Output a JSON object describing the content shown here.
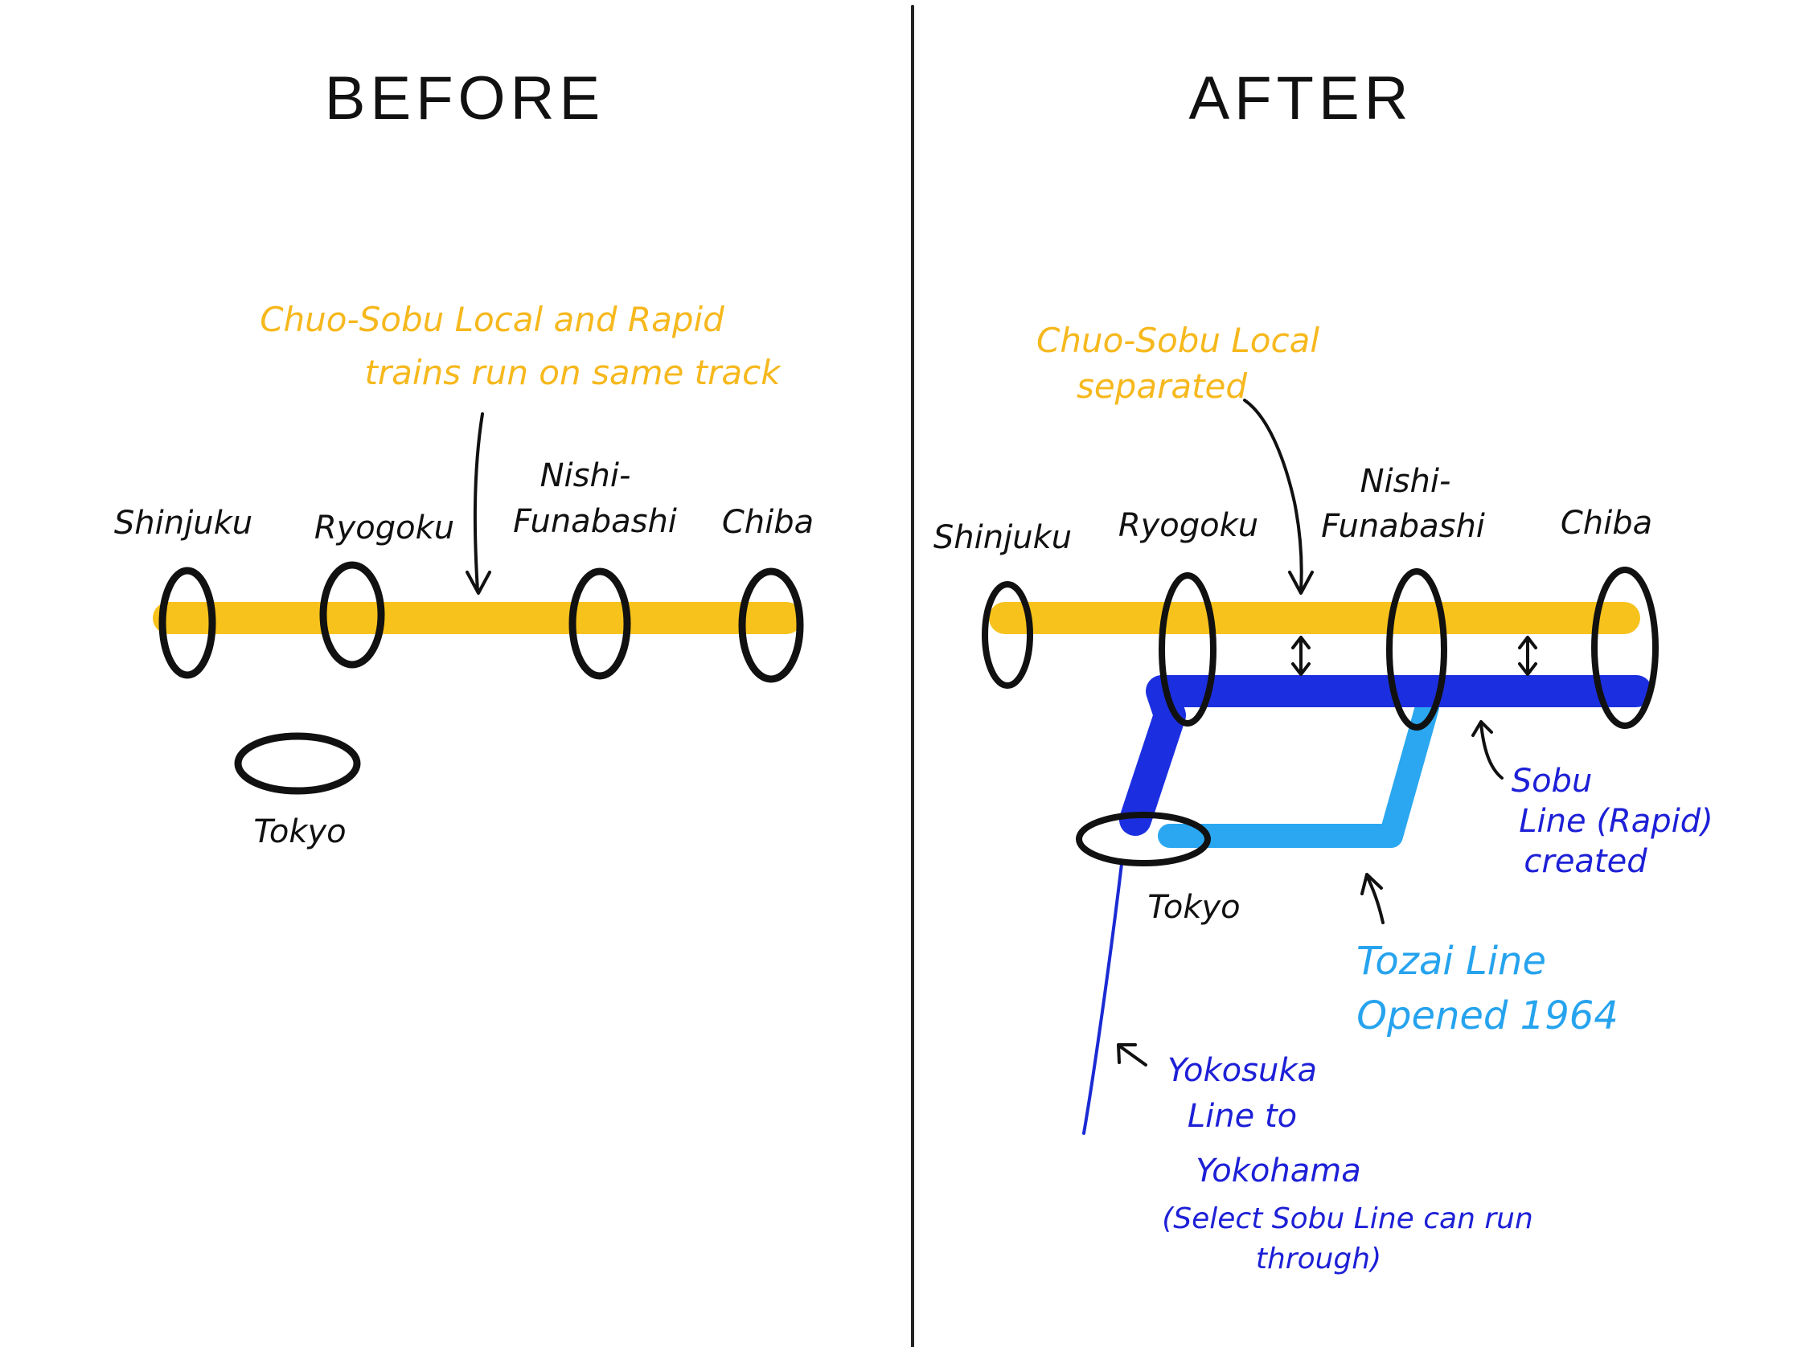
{
  "titles": {
    "before": "BEFORE",
    "after": "AFTER"
  },
  "colors": {
    "chuo_sobu": "#f7c21c",
    "sobu_rapid": "#1b2fe0",
    "tozai": "#2aa7f0",
    "yokosuka": "#1a2bd4",
    "station": "#111111",
    "divider": "#222222"
  },
  "before": {
    "stations": {
      "shinjuku": "Shinjuku",
      "ryogoku": "Ryogoku",
      "nishi_1": "Nishi-",
      "nishi_2": "Funabashi",
      "chiba": "Chiba",
      "tokyo": "Tokyo"
    },
    "note_line1": "Chuo-Sobu Local and Rapid",
    "note_line2": "trains run on same track"
  },
  "after": {
    "stations": {
      "shinjuku": "Shinjuku",
      "ryogoku": "Ryogoku",
      "nishi_1": "Nishi-",
      "nishi_2": "Funabashi",
      "chiba": "Chiba",
      "tokyo": "Tokyo"
    },
    "chuo_note_1": "Chuo-Sobu Local",
    "chuo_note_2": "separated",
    "sobu_note_1": "Sobu",
    "sobu_note_2": "Line (Rapid)",
    "sobu_note_3": "created",
    "tozai_note_1": "Tozai Line",
    "tozai_note_2": "Opened 1964",
    "yoko_note_1": "Yokosuka",
    "yoko_note_2": "Line to",
    "yoko_note_3": "Yokohama",
    "yoko_note_4": "(Select Sobu Line can run",
    "yoko_note_5": "through)"
  }
}
